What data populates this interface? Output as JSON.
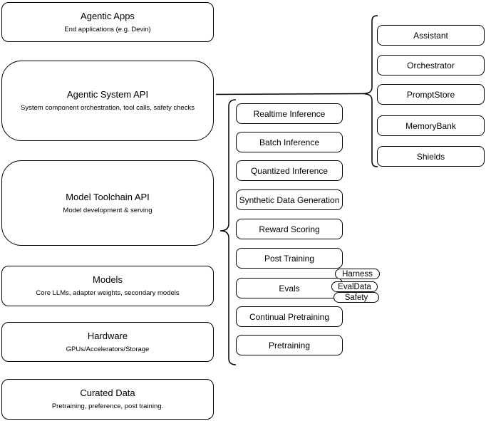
{
  "diagram": {
    "stack": [
      {
        "title": "Agentic Apps",
        "subtitle": "End applications (e.g. Devin)"
      },
      {
        "title": "Agentic System API",
        "subtitle": "System component orchestration, tool calls, safety checks"
      },
      {
        "title": "Model Toolchain API",
        "subtitle": "Model development & serving"
      },
      {
        "title": "Models",
        "subtitle": "Core LLMs, adapter weights, secondary models"
      },
      {
        "title": "Hardware",
        "subtitle": "GPUs/Accelerators/Storage"
      },
      {
        "title": "Curated Data",
        "subtitle": "Pretraining, preference, post training."
      }
    ],
    "toolchain": {
      "items": [
        "Realtime Inference",
        "Batch Inference",
        "Quantized Inference",
        "Synthetic Data Generation",
        "Reward Scoring",
        "Post Training",
        "Evals",
        "Continual Pretraining",
        "Pretraining"
      ]
    },
    "eval_tags": [
      "Harness",
      "EvalData",
      "Safety"
    ],
    "system_components": [
      "Assistant",
      "Orchestrator",
      "PromptStore",
      "MemoryBank",
      "Shields"
    ],
    "colors": {
      "stroke": "#000000",
      "fill": "#ffffff",
      "text": "#000000",
      "background": "#ffffff"
    }
  }
}
